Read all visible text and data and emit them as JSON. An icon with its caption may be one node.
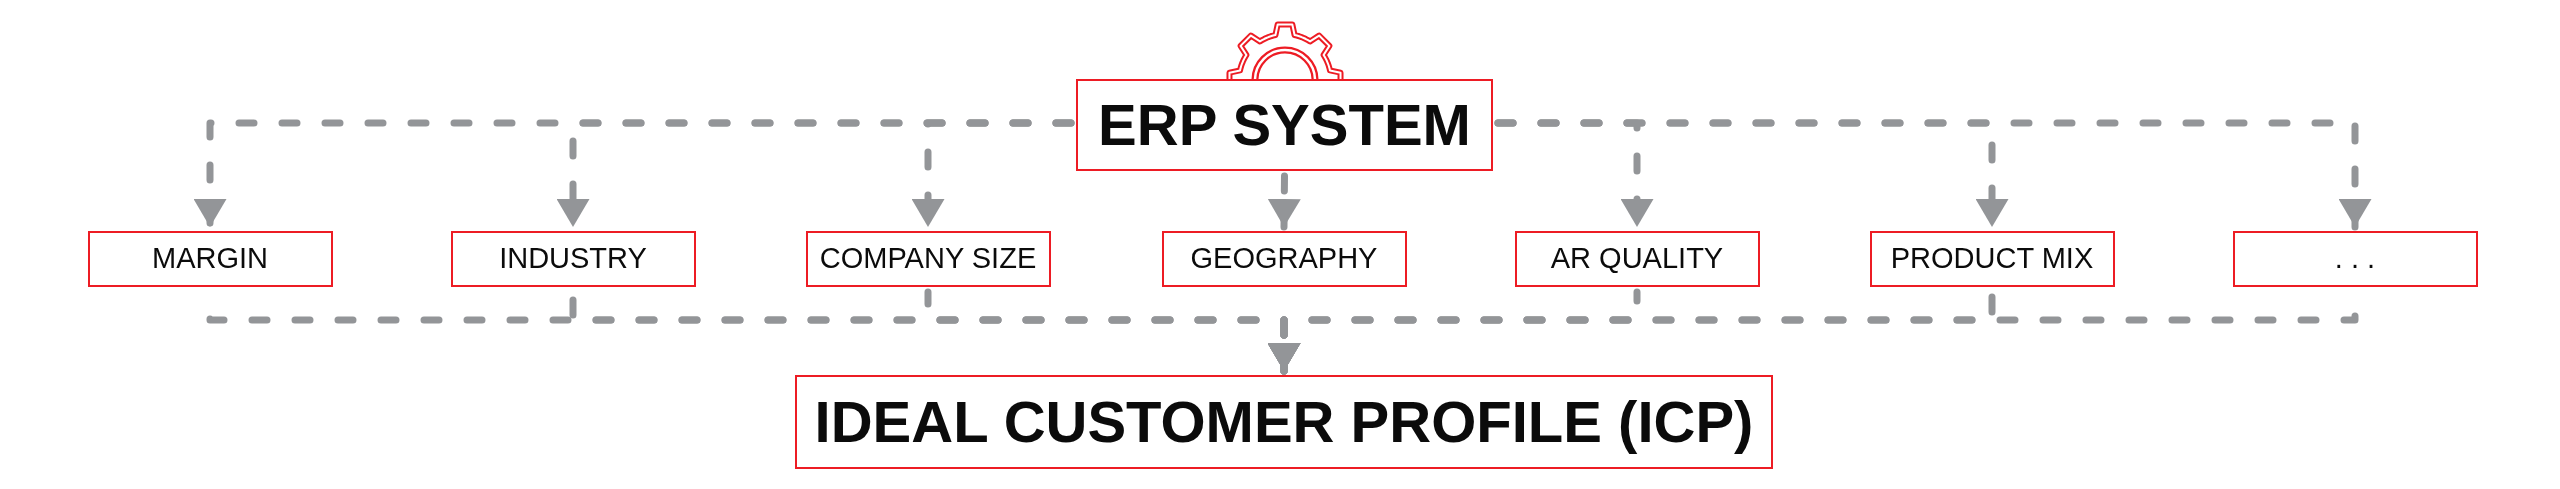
{
  "diagram": {
    "nodes": [
      {
        "text": [
          "ERP SYSTEM"
        ]
      },
      {
        "text": [
          "MARGIN"
        ]
      },
      {
        "text": [
          "INDUSTRY"
        ]
      },
      {
        "text": [
          "COMPANY SIZE"
        ]
      },
      {
        "text": [
          "GEOGRAPHY"
        ]
      },
      {
        "text": [
          "AR QUALITY"
        ]
      },
      {
        "text": [
          "PRODUCT MIX"
        ]
      },
      {
        "text": [
          ". . ."
        ]
      },
      {
        "text": [
          "IDEAL CUSTOMER PROFILE (ICP)"
        ]
      }
    ],
    "edges": [
      {
        "from": 0,
        "to": 1,
        "arrow": "to",
        "style": "dashed"
      },
      {
        "from": 0,
        "to": 2,
        "arrow": "to",
        "style": "dashed"
      },
      {
        "from": 0,
        "to": 3,
        "arrow": "to",
        "style": "dashed"
      },
      {
        "from": 0,
        "to": 4,
        "arrow": "to",
        "style": "dashed"
      },
      {
        "from": 0,
        "to": 5,
        "arrow": "to",
        "style": "dashed"
      },
      {
        "from": 0,
        "to": 6,
        "arrow": "to",
        "style": "dashed"
      },
      {
        "from": 0,
        "to": 7,
        "arrow": "to",
        "style": "dashed"
      },
      {
        "from": 1,
        "to": 8,
        "arrow": "to",
        "style": "dashed"
      },
      {
        "from": 2,
        "to": 8,
        "arrow": "to",
        "style": "dashed"
      },
      {
        "from": 3,
        "to": 8,
        "arrow": "to",
        "style": "dashed"
      },
      {
        "from": 4,
        "to": 8,
        "arrow": "to",
        "style": "dashed"
      },
      {
        "from": 5,
        "to": 8,
        "arrow": "to",
        "style": "dashed"
      },
      {
        "from": 6,
        "to": 8,
        "arrow": "to",
        "style": "dashed"
      },
      {
        "from": 7,
        "to": 8,
        "arrow": "to",
        "style": "dashed"
      }
    ]
  }
}
